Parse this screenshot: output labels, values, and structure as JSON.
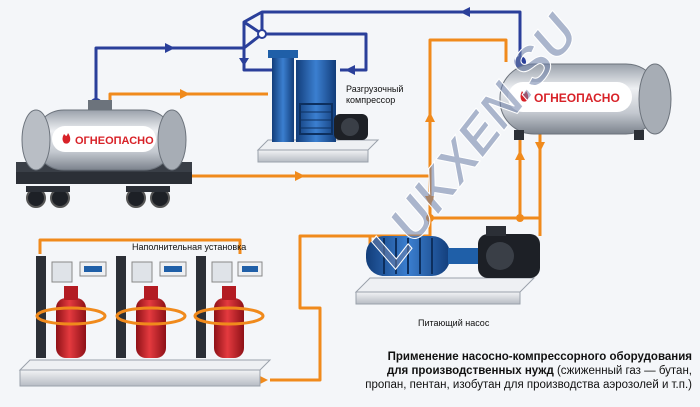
{
  "labels": {
    "warning_left": "ОГНЕОПАСНО",
    "warning_right": "ОГНЕОПАСНО",
    "unloading_compressor_line1": "Разгрузочный",
    "unloading_compressor_line2": "компрессор",
    "filling_unit": "Наполнительная установка",
    "feed_pump": "Питающий насос",
    "watermark": "LUKXEN.SU"
  },
  "caption": {
    "bold_line1": "Применение насосно-компрессорного оборудования",
    "bold_line2": "для производственных нужд",
    "normal_line2": " (сжиженный газ — бутан,",
    "line3": "пропан, пентан, изобутан для производства аэрозолей и т.п.)"
  },
  "colors": {
    "gas_line": "#2a3f9a",
    "liquid_line": "#f08a1c",
    "pump_blue": "#1f5fa8",
    "cylinder_red": "#d8262e",
    "warning_red": "#d82228",
    "tank_gray": "#c9ced6"
  }
}
